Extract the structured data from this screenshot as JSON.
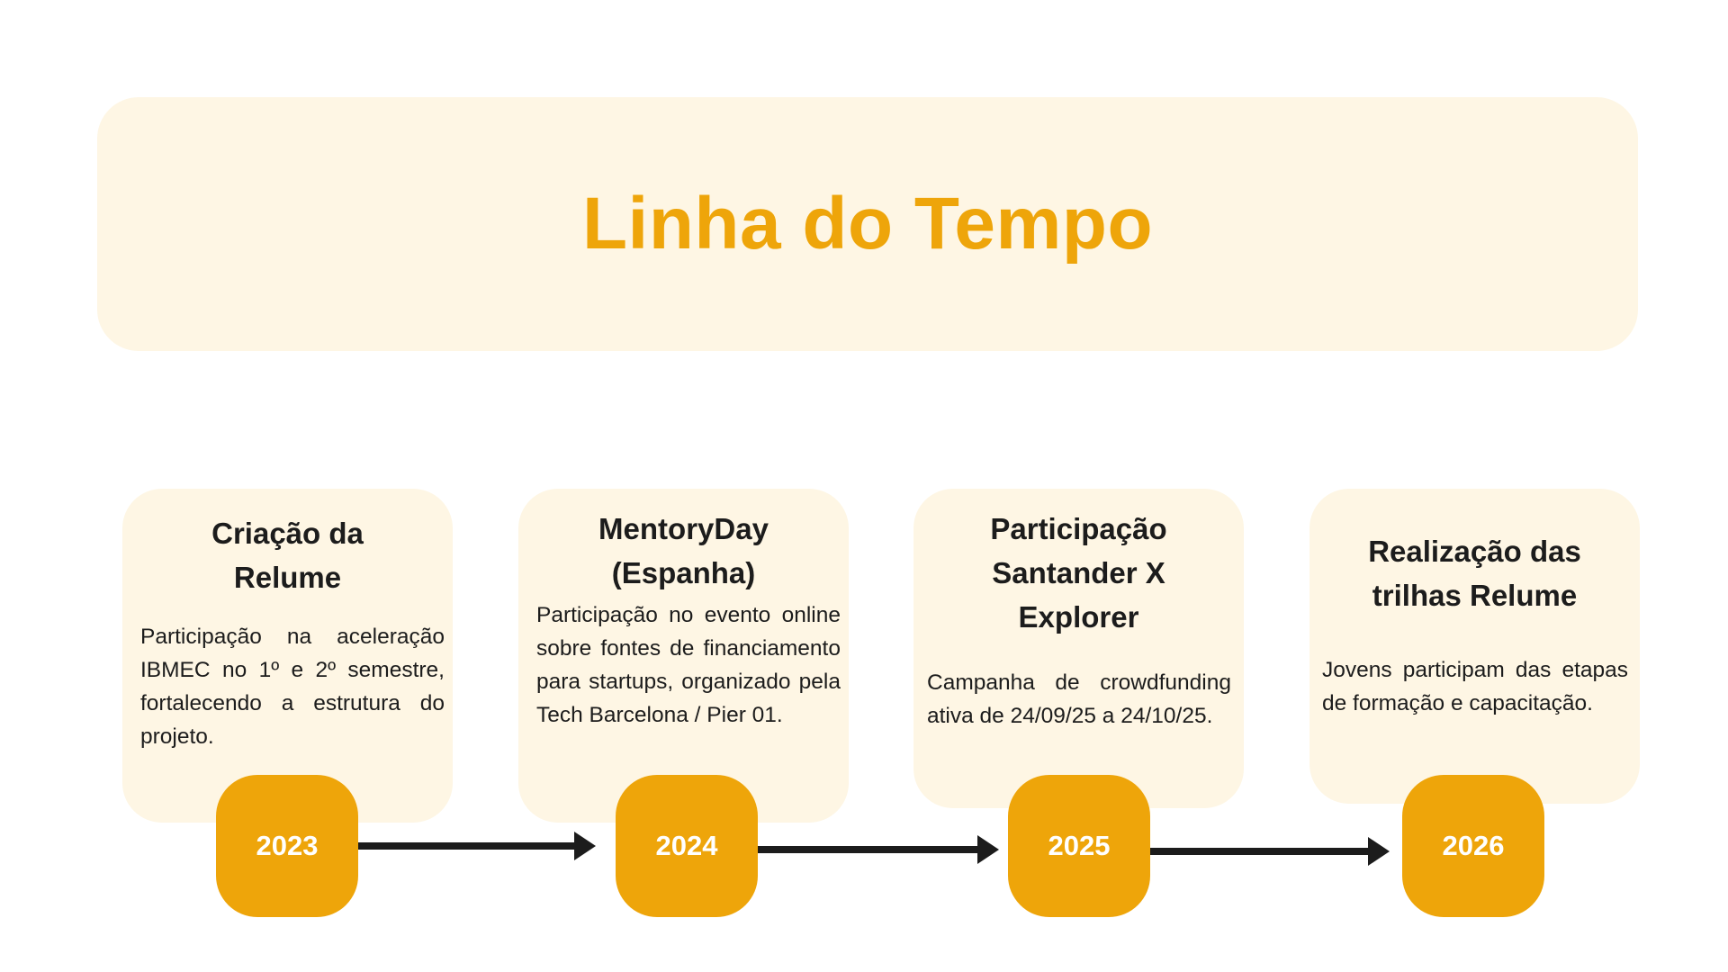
{
  "header": {
    "title": "Linha do Tempo"
  },
  "milestones": [
    {
      "year": "2023",
      "title": "Criação da\nRelume",
      "description": "Participação na aceleração IBMEC no 1º e 2º semestre, fortalecendo a estrutura do projeto."
    },
    {
      "year": "2024",
      "title": "MentoryDay\n(Espanha)",
      "description": "Participação no evento online sobre fontes de financiamento para startups, organizado pela Tech Barcelona / Pier 01."
    },
    {
      "year": "2025",
      "title": "Participação\nSantander X\nExplorer",
      "description": "Campanha de crowdfunding ativa de 24/09/25 a 24/10/25."
    },
    {
      "year": "2026",
      "title": "Realização das\ntrilhas Relume",
      "description": "Jovens participam das etapas de formação e capacitação."
    }
  ],
  "colors": {
    "accent": "#eea50a",
    "card_background": "#fef6e4",
    "arrow": "#1c1c1c",
    "text": "#1c1c1c"
  }
}
